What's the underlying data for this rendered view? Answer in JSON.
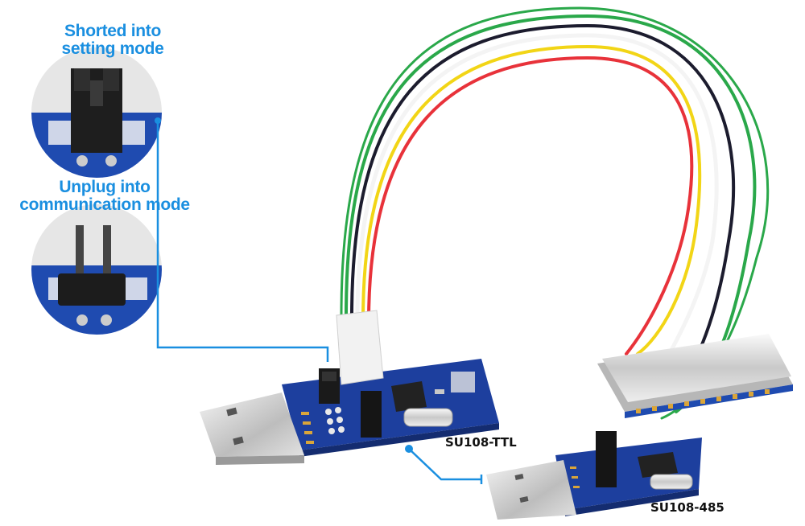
{
  "callouts": {
    "shorted_line1": "Shorted into",
    "shorted_line2": "setting mode",
    "unplug_line1": "Unplug into",
    "unplug_line2": "communication mode"
  },
  "labels": {
    "ttl_board": "SU108-TTL",
    "rs485_board": "SU108-485"
  },
  "colors": {
    "accent": "#1a8fe0",
    "pcb_blue": "#1d3f9e",
    "wire_red": "#e8323a",
    "wire_yellow": "#f2d516",
    "wire_white": "#f4f4f4",
    "wire_black": "#1c1c2e",
    "wire_green": "#2aa84a"
  }
}
